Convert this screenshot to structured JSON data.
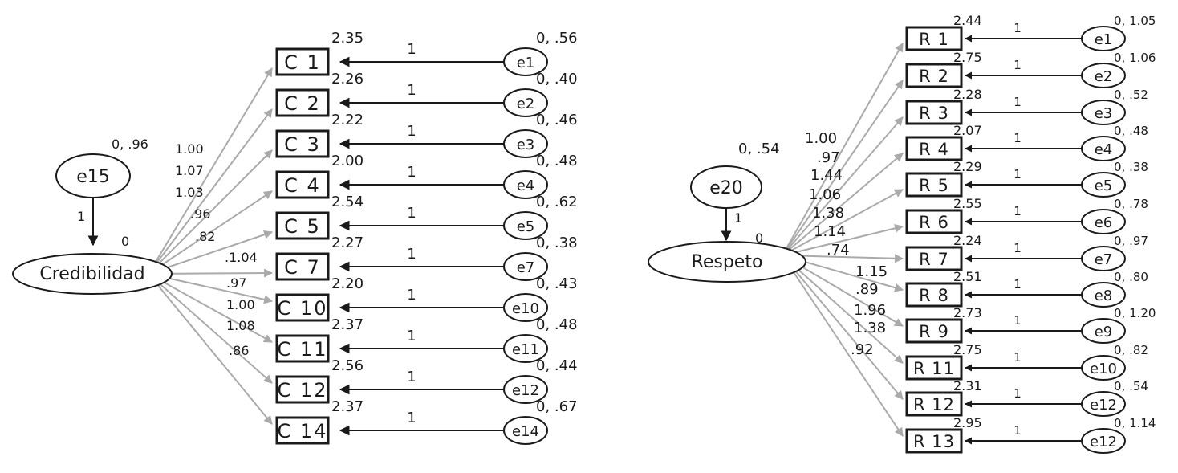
{
  "left_model": {
    "latent": {
      "label": "Credibilidad",
      "intercept": "0"
    },
    "disturbance": {
      "label": "e15",
      "variance": "0, .96",
      "path_weight": "1"
    },
    "indicators": [
      {
        "box": "C 1",
        "intercept": "2.35",
        "error": "e1",
        "error_variance": "0, .56",
        "error_weight": "1",
        "loading": "1.00"
      },
      {
        "box": "C 2",
        "intercept": "2.26",
        "error": "e2",
        "error_variance": "0, .40",
        "error_weight": "1",
        "loading": "1.07"
      },
      {
        "box": "C 3",
        "intercept": "2.22",
        "error": "e3",
        "error_variance": "0, .46",
        "error_weight": "1",
        "loading": "1.03"
      },
      {
        "box": "C 4",
        "intercept": "2.00",
        "error": "e4",
        "error_variance": "0, .48",
        "error_weight": "1",
        "loading": ".96"
      },
      {
        "box": "C 5",
        "intercept": "2.54",
        "error": "e5",
        "error_variance": "0, .62",
        "error_weight": "1",
        "loading": ".82"
      },
      {
        "box": "C 7",
        "intercept": "2.27",
        "error": "e7",
        "error_variance": "0, .38",
        "error_weight": "1",
        "loading": ".1.04"
      },
      {
        "box": "C 10",
        "intercept": "2.20",
        "error": "e10",
        "error_variance": "0, .43",
        "error_weight": "1",
        "loading": ".97"
      },
      {
        "box": "C 11",
        "intercept": "2.37",
        "error": "e11",
        "error_variance": "0, .48",
        "error_weight": "1",
        "loading": "1.00"
      },
      {
        "box": "C 12",
        "intercept": "2.56",
        "error": "e12",
        "error_variance": "0, .44",
        "error_weight": "1",
        "loading": "1.08"
      },
      {
        "box": "C 14",
        "intercept": "2.37",
        "error": "e14",
        "error_variance": "0, .67",
        "error_weight": "1",
        "loading": ".86"
      }
    ]
  },
  "right_model": {
    "latent": {
      "label": "Respeto",
      "intercept": "0"
    },
    "disturbance": {
      "label": "e20",
      "variance": "0, .54",
      "path_weight": "1"
    },
    "indicators": [
      {
        "box": "R 1",
        "intercept": "2.44",
        "error": "e1",
        "error_variance": "0, 1.05",
        "error_weight": "1",
        "loading": "1.00"
      },
      {
        "box": "R 2",
        "intercept": "2.75",
        "error": "e2",
        "error_variance": "0, 1.06",
        "error_weight": "1",
        "loading": ".97"
      },
      {
        "box": "R 3",
        "intercept": "2.28",
        "error": "e3",
        "error_variance": "0, .52",
        "error_weight": "1",
        "loading": "1.44"
      },
      {
        "box": "R 4",
        "intercept": "2.07",
        "error": "e4",
        "error_variance": "0, .48",
        "error_weight": "1",
        "loading": "1.06"
      },
      {
        "box": "R 5",
        "intercept": "2.29",
        "error": "e5",
        "error_variance": "0, .38",
        "error_weight": "1",
        "loading": "1.38"
      },
      {
        "box": "R 6",
        "intercept": "2.55",
        "error": "e6",
        "error_variance": "0, .78",
        "error_weight": "1",
        "loading": "1.14"
      },
      {
        "box": "R 7",
        "intercept": "2.24",
        "error": "e7",
        "error_variance": "0, .97",
        "error_weight": "1",
        "loading": ".74"
      },
      {
        "box": "R 8",
        "intercept": "2.51",
        "error": "e8",
        "error_variance": "0, .80",
        "error_weight": "1",
        "loading": "1.15"
      },
      {
        "box": "R 9",
        "intercept": "2.73",
        "error": "e9",
        "error_variance": "0, 1.20",
        "error_weight": "1",
        "loading": ".89"
      },
      {
        "box": "R 11",
        "intercept": "2.75",
        "error": "e10",
        "error_variance": "0, .82",
        "error_weight": "1",
        "loading": "1.96"
      },
      {
        "box": "R 12",
        "intercept": "2.31",
        "error": "e12",
        "error_variance": "0, .54",
        "error_weight": "1",
        "loading": "1.38"
      },
      {
        "box": "R 13",
        "intercept": "2.95",
        "error": "e12",
        "error_variance": "0, 1.14",
        "error_weight": "1",
        "loading": ".92"
      }
    ]
  },
  "colors": {
    "ink": "#1a1a1a",
    "loading_path": "#aaaaaa",
    "background": "#ffffff"
  }
}
